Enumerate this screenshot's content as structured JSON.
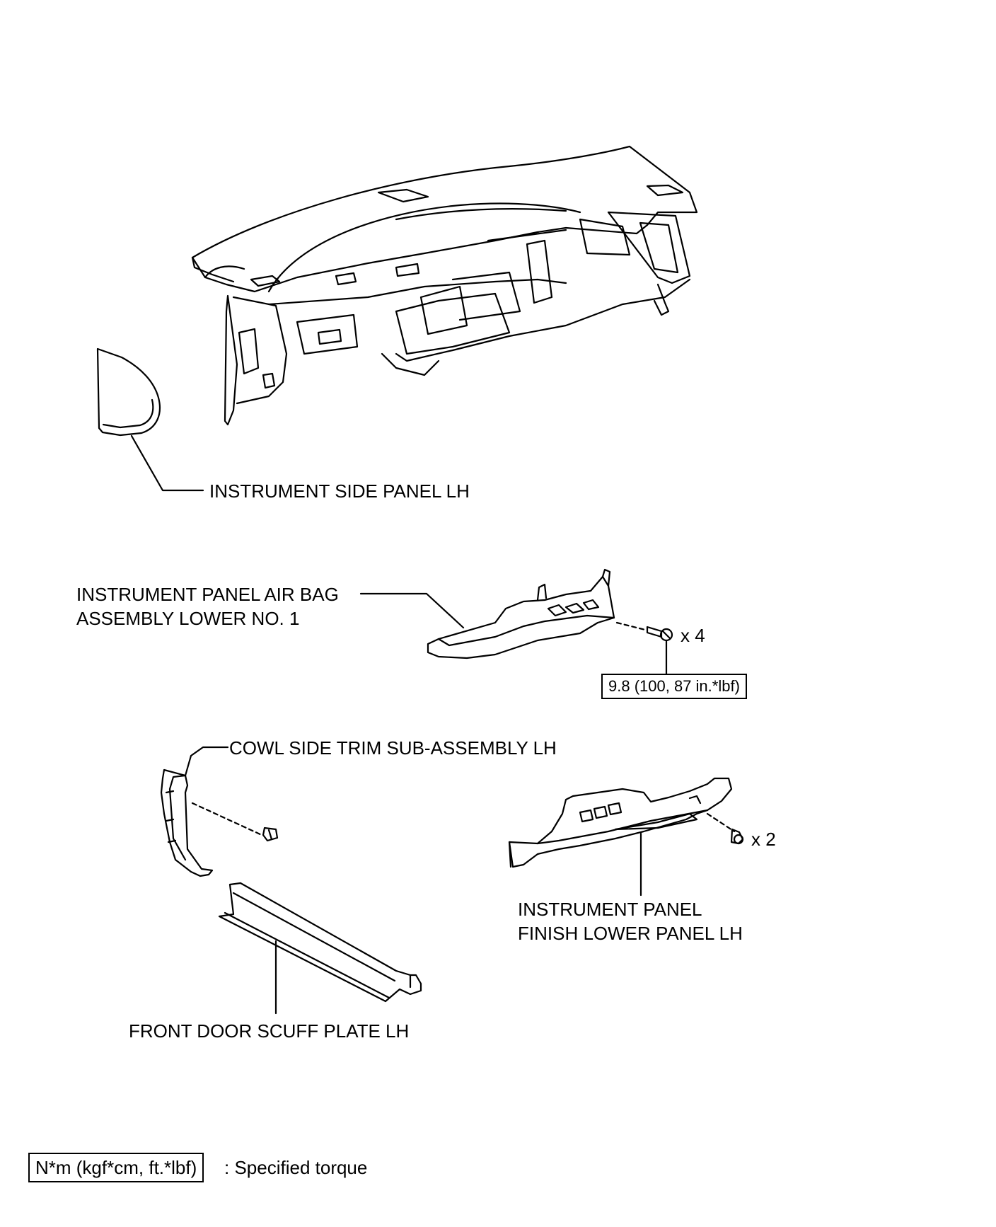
{
  "labels": {
    "side_panel": "INSTRUMENT SIDE PANEL LH",
    "airbag_line1": "INSTRUMENT PANEL AIR BAG",
    "airbag_line2": "ASSEMBLY LOWER NO. 1",
    "cowl_trim": "COWL SIDE TRIM SUB-ASSEMBLY LH",
    "finish_panel_line1": "INSTRUMENT PANEL",
    "finish_panel_line2": "FINISH LOWER PANEL LH",
    "scuff_plate": "FRONT DOOR SCUFF PLATE LH"
  },
  "fasteners": {
    "airbag_bolt_qty": "x 4",
    "finish_panel_clip_qty": "x 2"
  },
  "torque": {
    "airbag_bolt": "9.8 (100, 87 in.*lbf)"
  },
  "legend": {
    "unit_box": "N*m (kgf*cm, ft.*lbf)",
    "description": ": Specified torque"
  },
  "colors": {
    "line": "#000000",
    "background": "#ffffff"
  }
}
